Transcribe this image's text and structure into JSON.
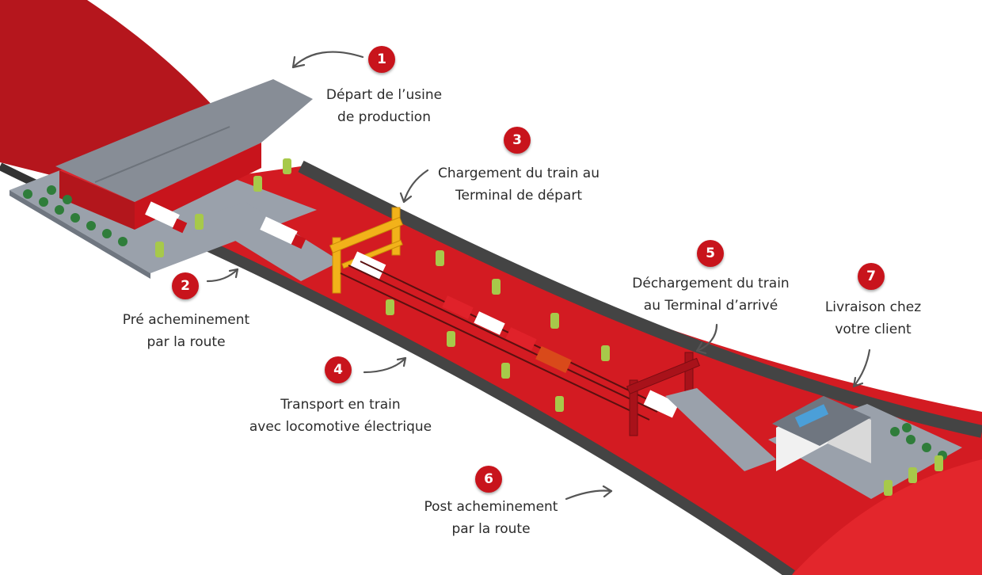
{
  "colors": {
    "primary_red": "#c8141c",
    "dark_red": "#8e0b10",
    "road_gray": "#9aa1ab",
    "rail_dark": "#444444",
    "tree_green": "#a7c94a",
    "label_text": "#2b2b2b"
  },
  "steps": [
    {
      "number": "1",
      "line1": "Départ de l’usine",
      "line2": "de production"
    },
    {
      "number": "2",
      "line1": "Pré acheminement",
      "line2": "par la route"
    },
    {
      "number": "3",
      "line1": "Chargement du train au",
      "line2": "Terminal de départ"
    },
    {
      "number": "4",
      "line1": "Transport en train",
      "line2": "avec locomotive électrique"
    },
    {
      "number": "5",
      "line1": "Déchargement du train",
      "line2": "au Terminal d’arrivé"
    },
    {
      "number": "6",
      "line1": "Post acheminement",
      "line2": "par la route"
    },
    {
      "number": "7",
      "line1": "Livraison chez",
      "line2": "votre client"
    }
  ]
}
